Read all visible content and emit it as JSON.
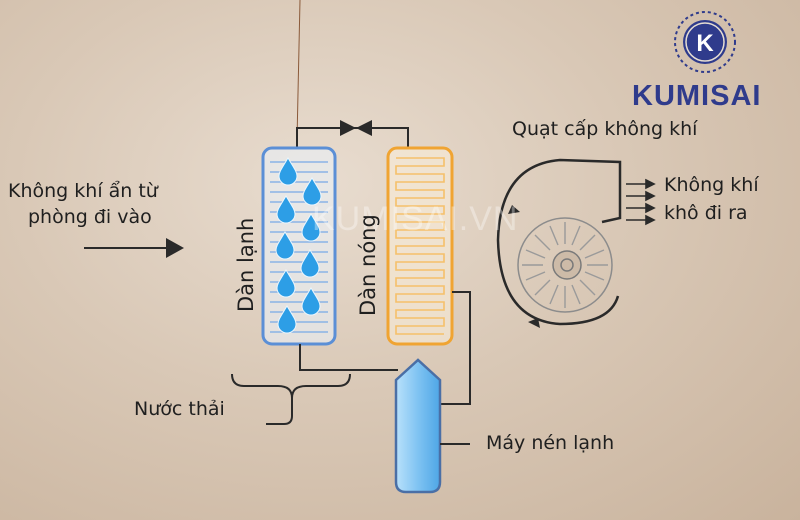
{
  "brand": {
    "name": "KUMISAI",
    "logo_letter": "K",
    "watermark": "KUMISAI.VN",
    "color": "#2f3b8c"
  },
  "labels": {
    "air_in_line1": "Không khí ẩn từ",
    "air_in_line2": "phòng đi vào",
    "evaporator": "Dàn lạnh",
    "condenser": "Dàn nóng",
    "fan": "Quạt cấp không khí",
    "air_out_line1": "Không khí",
    "air_out_line2": "khô đi ra",
    "waste_water": "Nước thải",
    "compressor": "Máy nén lạnh"
  },
  "colors": {
    "evaporator_border": "#5b8fd6",
    "condenser_border": "#f0a432",
    "water_drop": "#2d9ee6",
    "compressor_fill": "#7fc3f2",
    "line": "#2a2a2a"
  },
  "icons": [
    "water-drop-icon",
    "expansion-valve-icon",
    "fan-icon",
    "air-arrow-icon",
    "logo-seal-icon"
  ]
}
